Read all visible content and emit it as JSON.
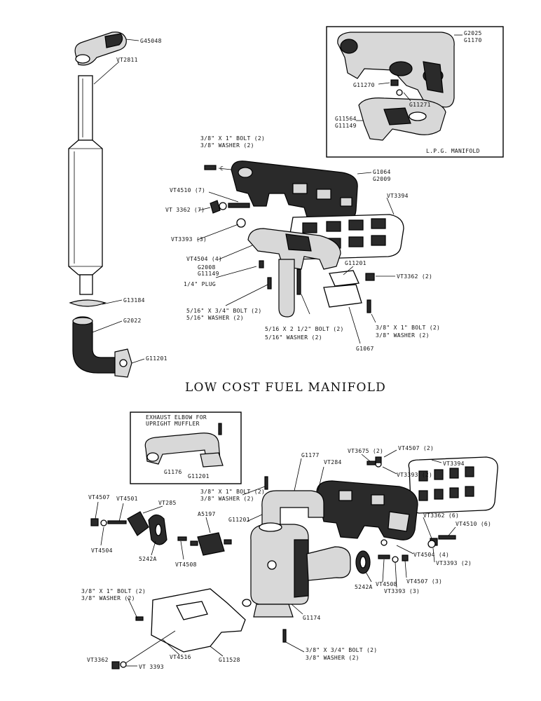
{
  "page": {
    "title": "LOW COST FUEL MANIFOLD"
  },
  "inset_top": {
    "caption": "L.P.G. MANIFOLD",
    "labels": [
      "G2025",
      "G1170",
      "G11270",
      "G11271",
      "G11564",
      "G11149"
    ]
  },
  "inset_bottom": {
    "caption_line1": "EXHAUST ELBOW FOR",
    "caption_line2": "UPRIGHT MUFFLER",
    "labels": [
      "G1176",
      "G11201"
    ]
  },
  "top_labels": [
    "G45048",
    "VT2811",
    "G13184",
    "G2022",
    "G11201",
    "3/8\" X 1\" BOLT (2)",
    "3/8\" WASHER (2)",
    "C",
    "VT4510 (7)",
    "VT 3362 (7)",
    "VT3393 (3)",
    "VT4504 (4)",
    "G2008",
    "G11149",
    "1/4\" PLUG",
    "G1064",
    "G2009",
    "VT3394",
    "G11201",
    "VT3362 (2)",
    "5/16\" X 3/4\" BOLT (2)",
    "5/16\" WASHER (2)",
    "5/16 X 2 1/2\" BOLT (2)",
    "5/16\" WASHER (2)",
    "G1067",
    "3/8\" X 1\" BOLT (2)",
    "3/8\" WASHER (2)"
  ],
  "bottom_labels": [
    "VT3675 (2)",
    "VT4507 (2)",
    "VT3393 (2)",
    "VT3394",
    "G1177",
    "VT284",
    "3/8\" X 1\" BOLT (2)",
    "3/8\" WASHER (2)",
    "VT4507",
    "VT4501",
    "VT285",
    "A5197",
    "G11201",
    "VT3362 (6)",
    "VT4510 (6)",
    "VT4504",
    "5242A",
    "VT4508",
    "VT4504 (4)",
    "VT3393 (2)",
    "5242A",
    "VT4508",
    "VT4507 (3)",
    "VT3393 (3)",
    "3/8\" X 1\" BOLT (2)",
    "3/8\" WASHER (2)",
    "G1174",
    "3/8\" X 3/4\" BOLT (2)",
    "3/8\" WASHER (2)",
    "VT3362",
    "VT4516",
    "VT 3393",
    "G11528"
  ]
}
